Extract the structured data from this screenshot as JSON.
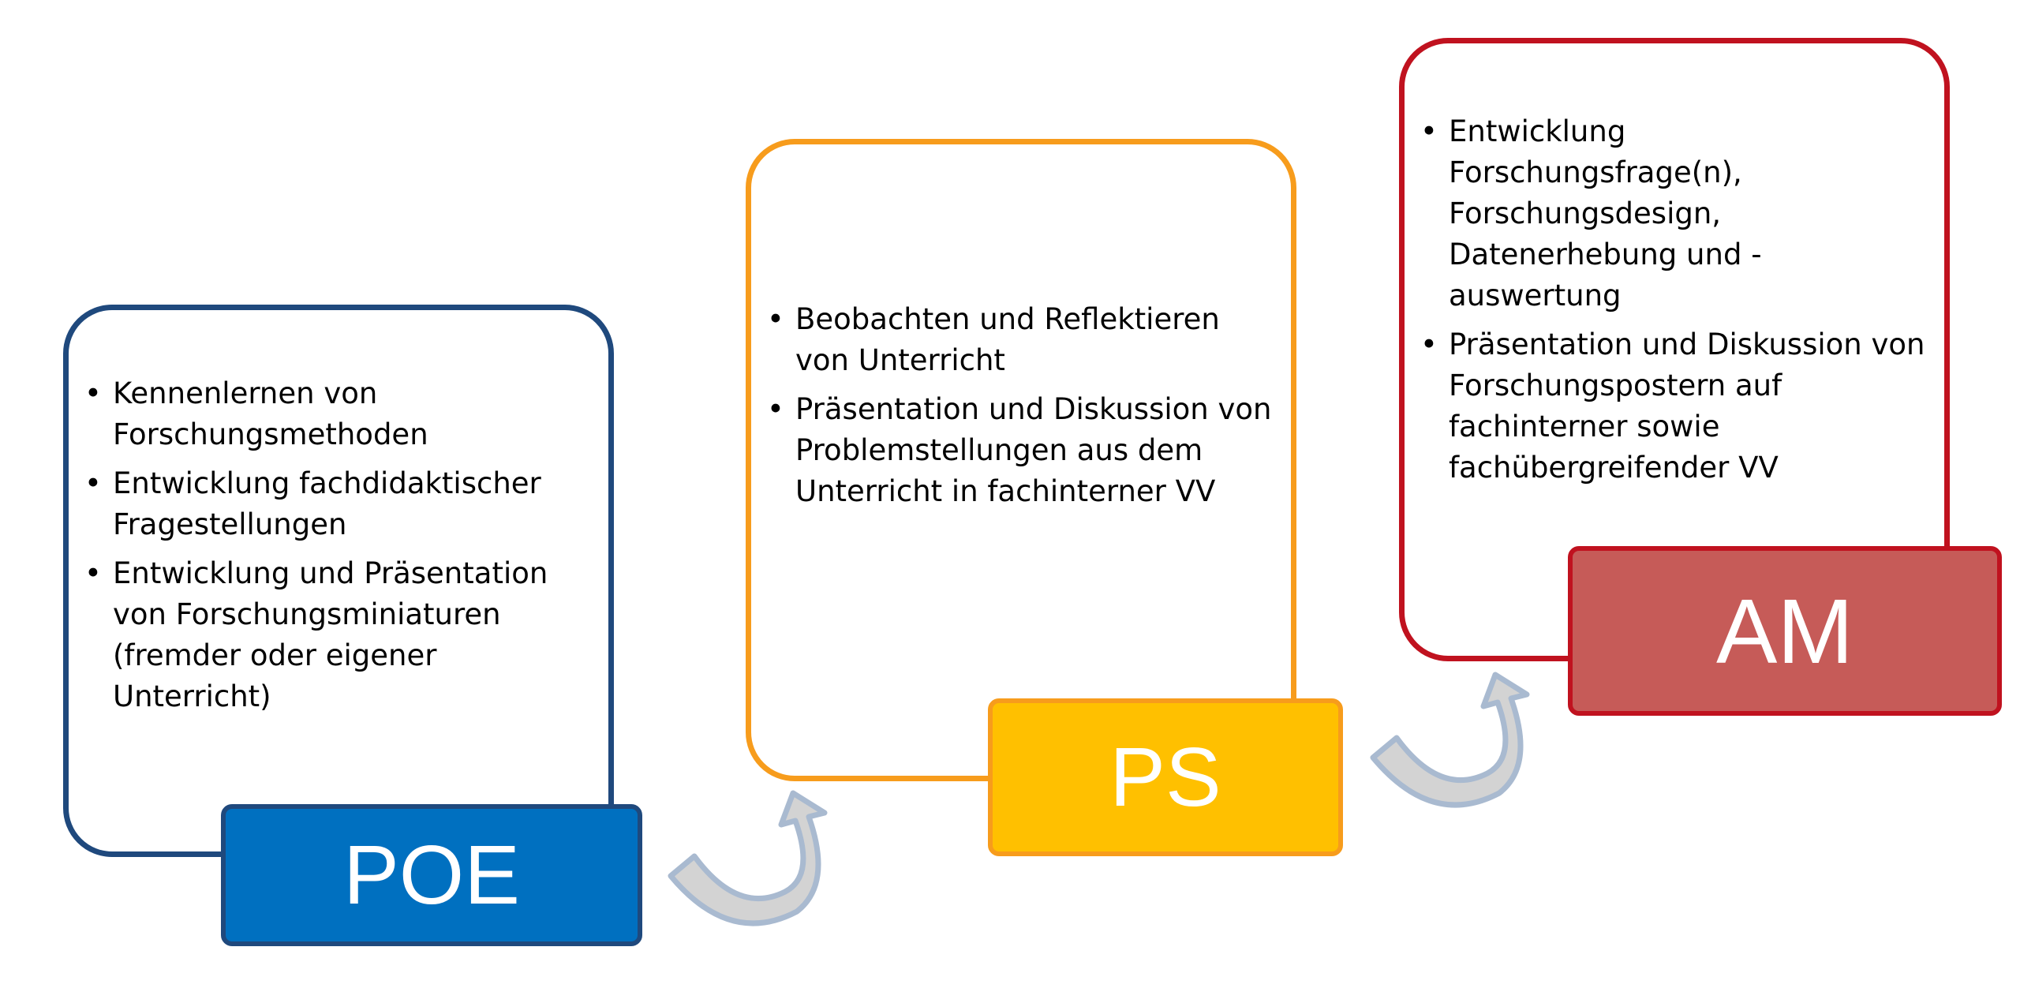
{
  "stages": [
    {
      "label": "POE",
      "items": [
        "Kennenlernen von Forschungsmethoden",
        "Entwicklung fachdidaktischer Fragestellungen",
        "Entwicklung und Präsentation von Forschungsminiaturen (fremder oder eigener Unterricht)"
      ],
      "border_color": "#1f497d",
      "label_fill": "#0070c0",
      "label_border": "#1f497d"
    },
    {
      "label": "PS",
      "items": [
        "Beobachten und Reflektieren von Unterricht",
        "Präsentation und Diskussion von Problemstellungen aus dem Unterricht in fachinterner VV"
      ],
      "border_color": "#f79c1c",
      "label_fill": "#ffc000",
      "label_border": "#f79c1c"
    },
    {
      "label": "AM",
      "items": [
        "Entwicklung Forschungsfrage(n), Forschungsdesign, Datenerhebung und -auswertung",
        "Präsentation und Diskussion von Forschungspostern auf fachinterner sowie fachübergreifender VV"
      ],
      "border_color": "#c0121f",
      "label_fill": "#c65b58",
      "label_border": "#c0121f"
    }
  ],
  "arrow_colors": {
    "outline": "#a9bad0",
    "fill": "#d3d3d3"
  }
}
